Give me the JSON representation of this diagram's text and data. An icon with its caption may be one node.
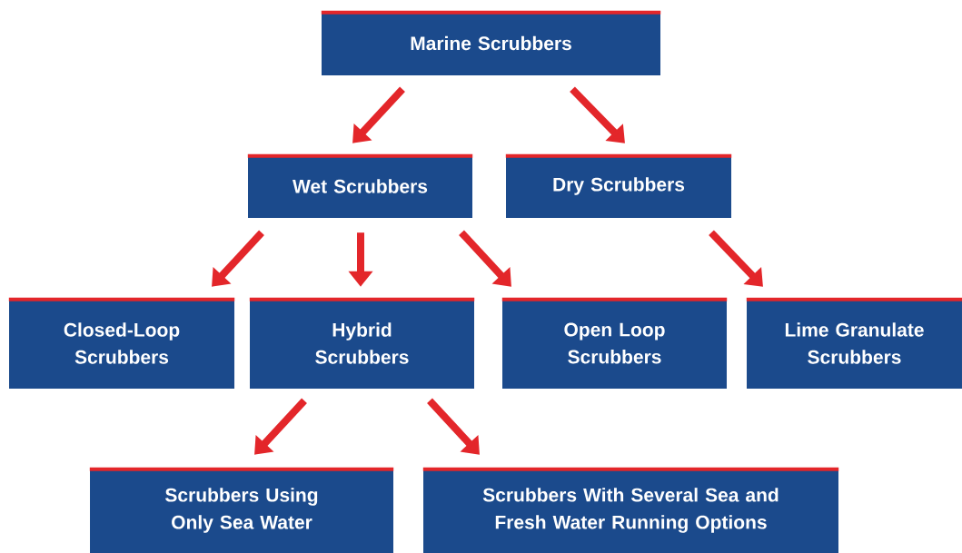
{
  "diagram": {
    "nodes": [
      {
        "text": [
          "Marine Scrubbers"
        ]
      },
      {
        "text": [
          "Wet Scrubbers"
        ]
      },
      {
        "text": [
          "Dry Scrubbers"
        ]
      },
      {
        "text": [
          "Closed-Loop Scrubbers"
        ]
      },
      {
        "text": [
          "Hybrid Scrubbers"
        ]
      },
      {
        "text": [
          "Open Loop Scrubbers"
        ]
      },
      {
        "text": [
          "Lime Granulate Scrubbers"
        ]
      },
      {
        "text": [
          "Scrubbers Using Only Sea Water"
        ]
      },
      {
        "text": [
          "Scrubbers With Several Sea and Fresh Water Running Options"
        ]
      }
    ],
    "edges": [
      {
        "from": 0,
        "to": 1,
        "arrow": "to"
      },
      {
        "from": 0,
        "to": 2,
        "arrow": "to"
      },
      {
        "from": 1,
        "to": 3,
        "arrow": "to"
      },
      {
        "from": 1,
        "to": 4,
        "arrow": "to"
      },
      {
        "from": 1,
        "to": 5,
        "arrow": "to"
      },
      {
        "from": 2,
        "to": 6,
        "arrow": "to"
      },
      {
        "from": 4,
        "to": 7,
        "arrow": "to"
      },
      {
        "from": 4,
        "to": 8,
        "arrow": "to"
      }
    ]
  }
}
